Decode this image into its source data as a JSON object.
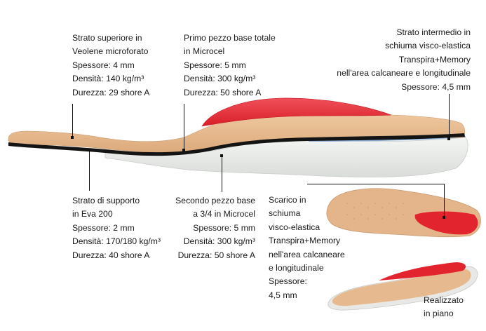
{
  "colors": {
    "cork": "#e6b98e",
    "foam_red": "#e2242e",
    "eva_white": "#eef0ee",
    "black_layer": "#121212",
    "blue_layer": "#7fa6d6"
  },
  "labels": {
    "top_layer": [
      "Strato superiore in",
      "Veolene microforato",
      "Spessore: 4 mm",
      "Densità: 140 kg/m³",
      "Durezza: 29 shore A"
    ],
    "base_piece_1": [
      "Primo pezzo base totale",
      "in Microcel",
      "Spessore: 5 mm",
      "Densità: 300 kg/m³",
      "Durezza: 50 shore A"
    ],
    "middle_layer": [
      "Strato intermedio in",
      "schiuma visco-elastica",
      "Transpira+Memory",
      "nell'area calcaneare e longitudinale",
      "Spessore: 4,5 mm"
    ],
    "support_layer": [
      "Strato di supporto",
      "in Eva 200",
      "Spessore: 2 mm",
      "Densità: 170/180 kg/m³",
      "Durezza: 40 shore A"
    ],
    "base_piece_2": [
      "Secondo pezzo base",
      "a 3/4 in Microcel",
      "Spessore: 5 mm",
      "Densità: 300 kg/m³",
      "Durezza: 50 shore A"
    ],
    "relief": [
      "Scarico in",
      "schiuma",
      "visco-elastica",
      "Transpira+Memory",
      "nell'area calcaneare",
      "e longitudinale",
      "Spessore:",
      "4,5 mm"
    ],
    "flat": [
      "Realizzato",
      "in piano"
    ]
  }
}
